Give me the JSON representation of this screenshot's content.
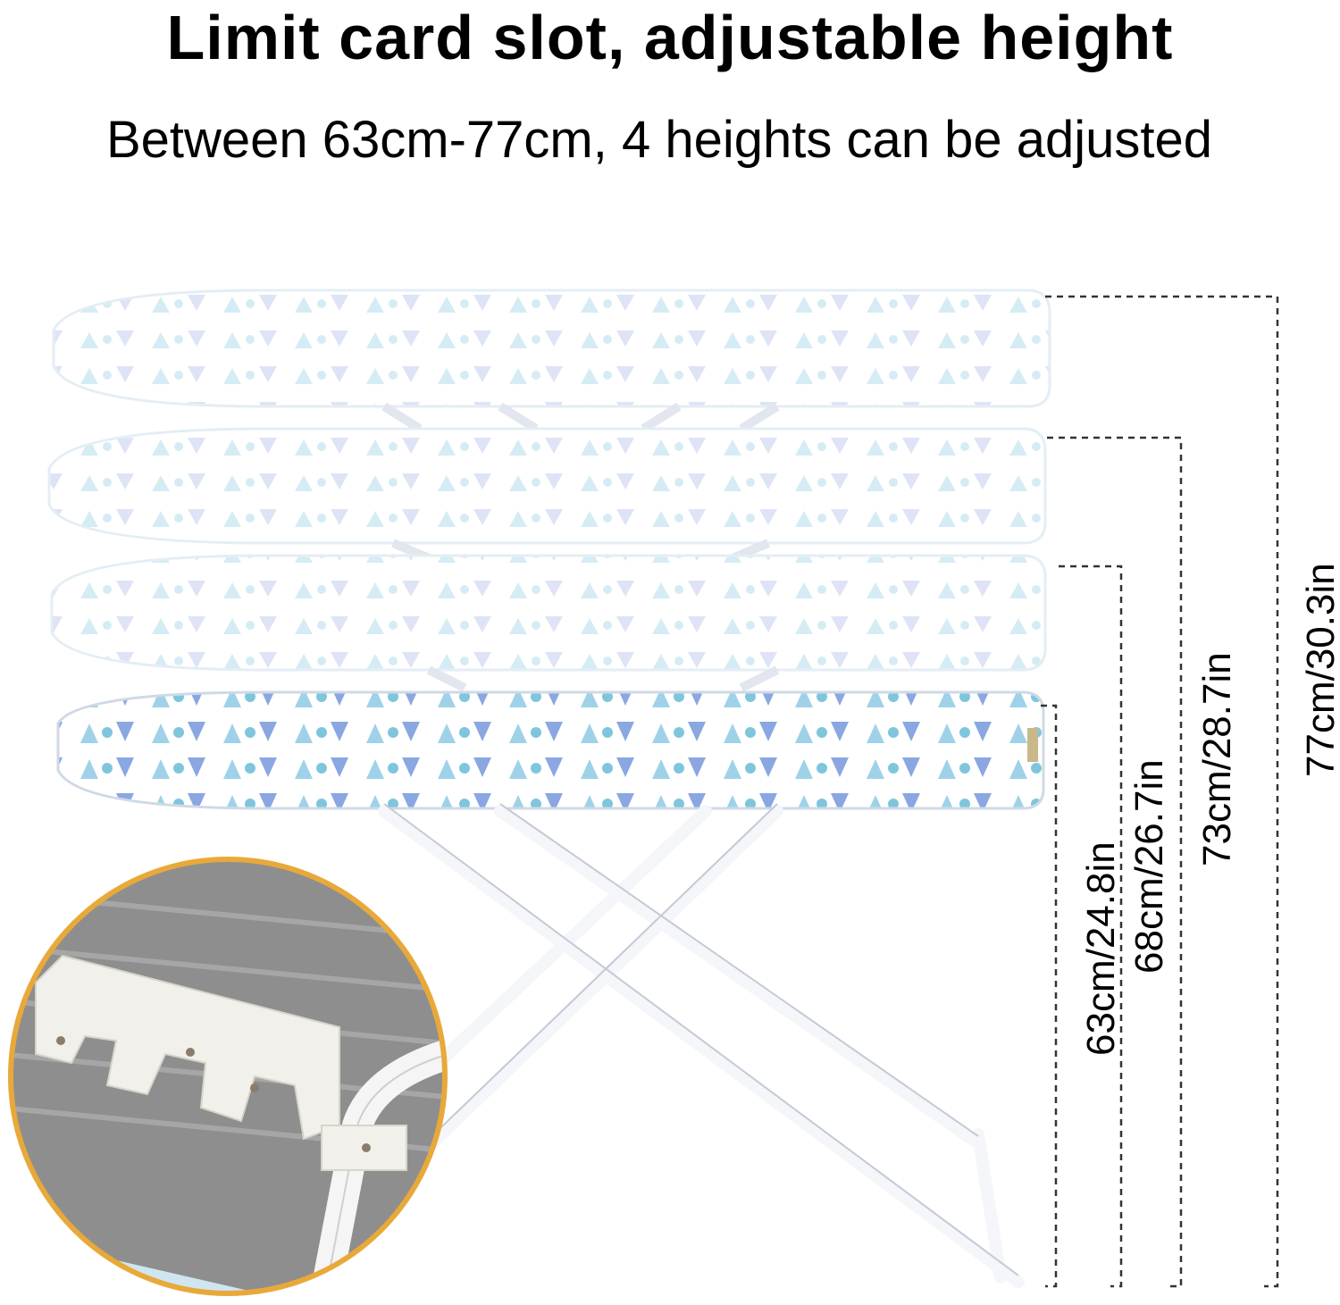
{
  "header": {
    "title": "Limit card slot, adjustable height",
    "subtitle": "Between 63cm-77cm, 4 heights can be adjusted"
  },
  "heights": [
    {
      "label": "63cm/24.8in"
    },
    {
      "label": "68cm/26.7in"
    },
    {
      "label": "73cm/28.7in"
    },
    {
      "label": "77cm/30.3in"
    }
  ],
  "colors": {
    "board_pattern_light": "#bfe3ef",
    "board_pattern_dark": "#6f8fd6",
    "inset_border": "#e8a93a",
    "inset_wood": "#8d8d8d"
  }
}
